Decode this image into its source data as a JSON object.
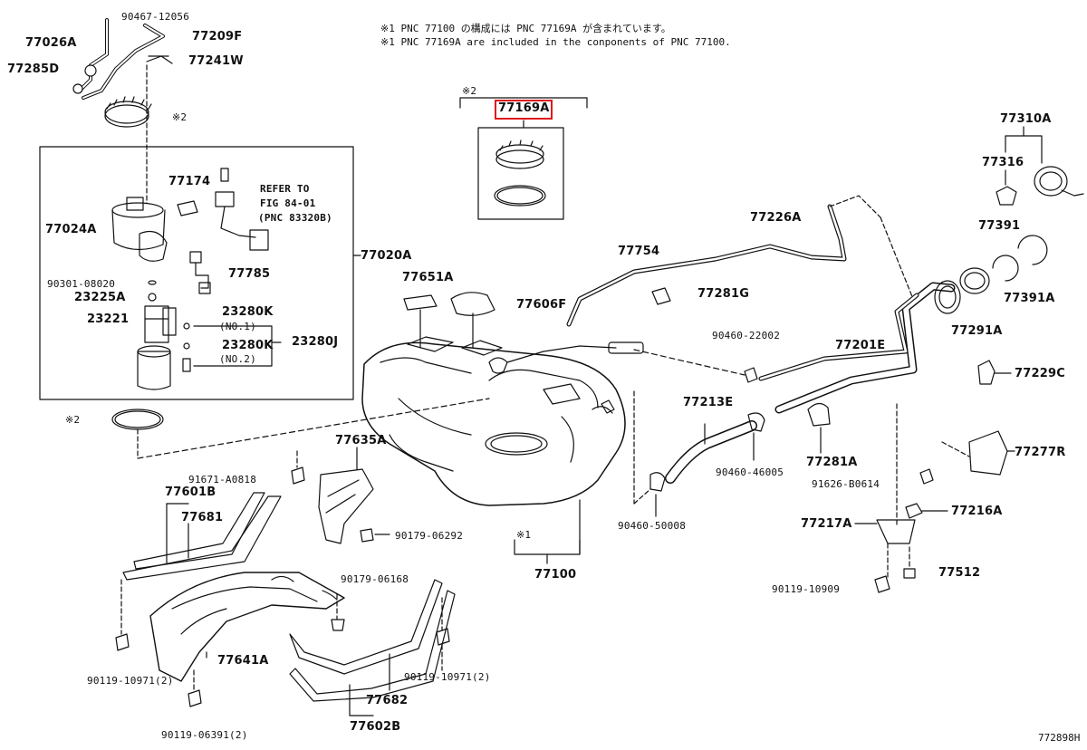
{
  "notes": {
    "jp": "※1 PNC 77100 の構成には PNC 77169A が含まれています。",
    "en": "※1 PNC 77169A are included in the conponents of PNC 77100."
  },
  "refer": {
    "line1": "REFER TO",
    "line2": "FIG 84-01",
    "line3": "(PNC 83320B)"
  },
  "figure_id": "772898H",
  "highlight_color": "#e0161b",
  "parts": {
    "p90467": "90467-12056",
    "p77026A": "77026A",
    "p77209F": "77209F",
    "p77285D": "77285D",
    "p77241W": "77241W",
    "ref2a": "※2",
    "p77174": "77174",
    "p77024A": "77024A",
    "p77020A": "77020A",
    "p90301": "90301-08020",
    "p77785": "77785",
    "p23225A": "23225A",
    "p23221": "23221",
    "p23280K1": "23280K",
    "no1": "(NO.1)",
    "p23280J": "23280J",
    "p23280K2": "23280K",
    "no2": "(NO.2)",
    "ref2b": "※2",
    "ref2c": "※2",
    "p77169A": "77169A",
    "p77651A": "77651A",
    "p77606F": "77606F",
    "p77754": "77754",
    "p77226A": "77226A",
    "p77281G": "77281G",
    "p77310A": "77310A",
    "p77316": "77316",
    "p77391": "77391",
    "p77391A": "77391A",
    "p77291A": "77291A",
    "p90460_22002": "90460-22002",
    "p77201E": "77201E",
    "p77229C": "77229C",
    "p77213E": "77213E",
    "p77281A": "77281A",
    "p90460_46005": "90460-46005",
    "p77277R": "77277R",
    "p91626": "91626-B0614",
    "p77216A": "77216A",
    "p77217A": "77217A",
    "p77512": "77512",
    "p90119_10909": "90119-10909",
    "p90460_50008": "90460-50008",
    "ref1": "※1",
    "p77100": "77100",
    "p77635A": "77635A",
    "p91671": "91671-A0818",
    "p77601B": "77601B",
    "p77681": "77681",
    "p90179_06292": "90179-06292",
    "p90179_06168": "90179-06168",
    "p77641A": "77641A",
    "p90119_10971a": "90119-10971(2)",
    "p90119_10971b": "90119-10971(2)",
    "p77682": "77682",
    "p77602B": "77602B",
    "p90119_06391": "90119-06391(2)"
  }
}
